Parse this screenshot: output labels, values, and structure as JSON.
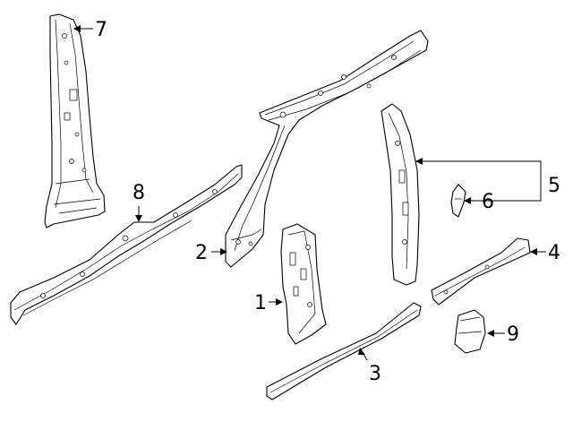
{
  "callouts": {
    "c1": "1",
    "c2": "2",
    "c3": "3",
    "c4": "4",
    "c5": "5",
    "c6": "6",
    "c7": "7",
    "c8": "8",
    "c9": "9"
  },
  "colors": {
    "line": "#000000",
    "fill": "#ffffff"
  }
}
